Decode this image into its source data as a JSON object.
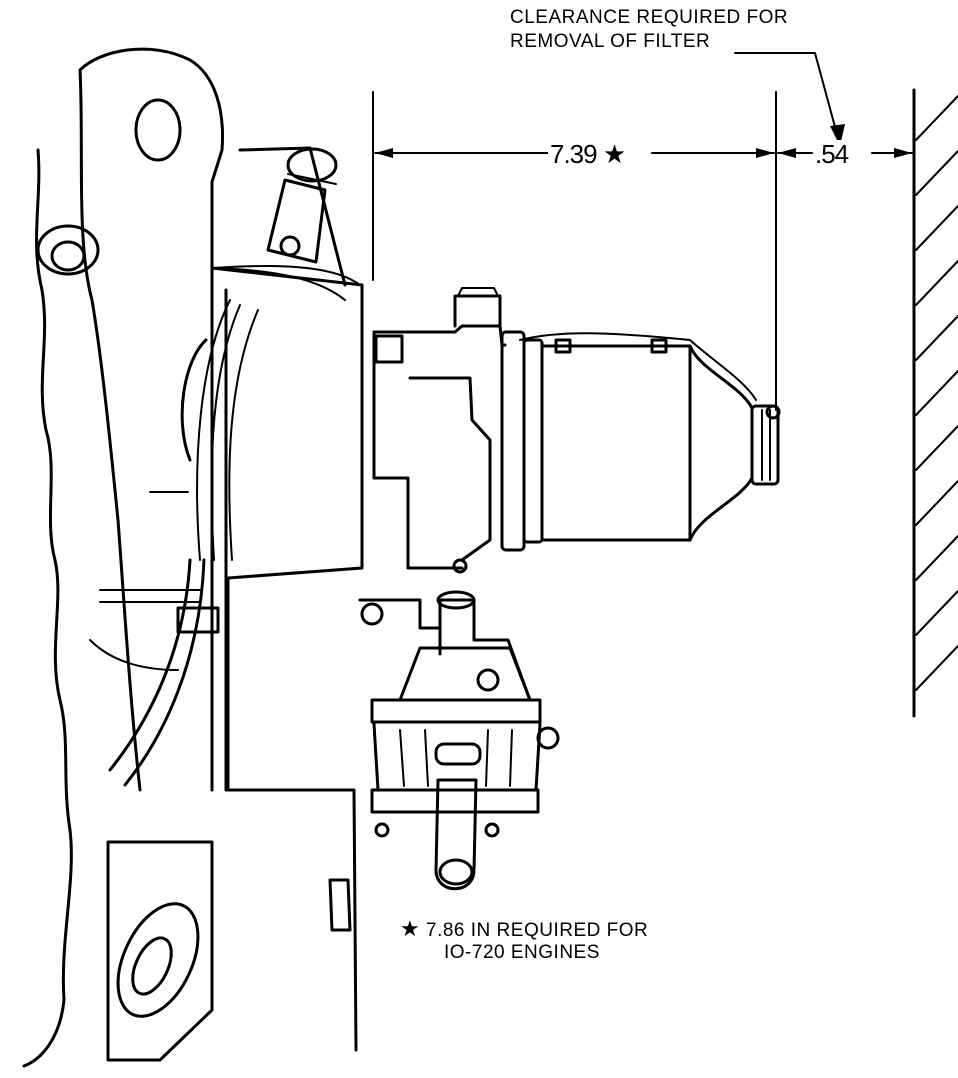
{
  "callout": {
    "line1": "CLEARANCE REQUIRED FOR",
    "line2": "REMOVAL OF FILTER"
  },
  "dimensions": {
    "filter_length": "7.39",
    "filter_length_marker": "★",
    "clearance": ".54"
  },
  "footnote": {
    "marker": "★",
    "line1": "7.86 IN REQUIRED FOR",
    "line2": "IO-720 ENGINES"
  }
}
